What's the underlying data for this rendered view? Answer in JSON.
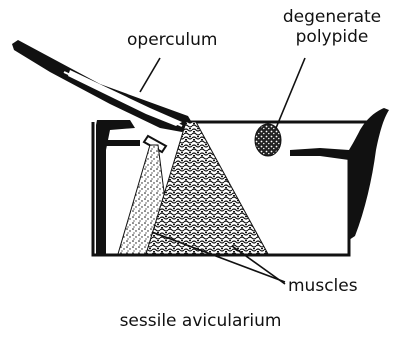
{
  "labels": {
    "operculum": "operculum",
    "degenerate_line1": "degenerate",
    "degenerate_line2": "polypide",
    "muscles": "muscles"
  },
  "caption": "sessile avicularium"
}
